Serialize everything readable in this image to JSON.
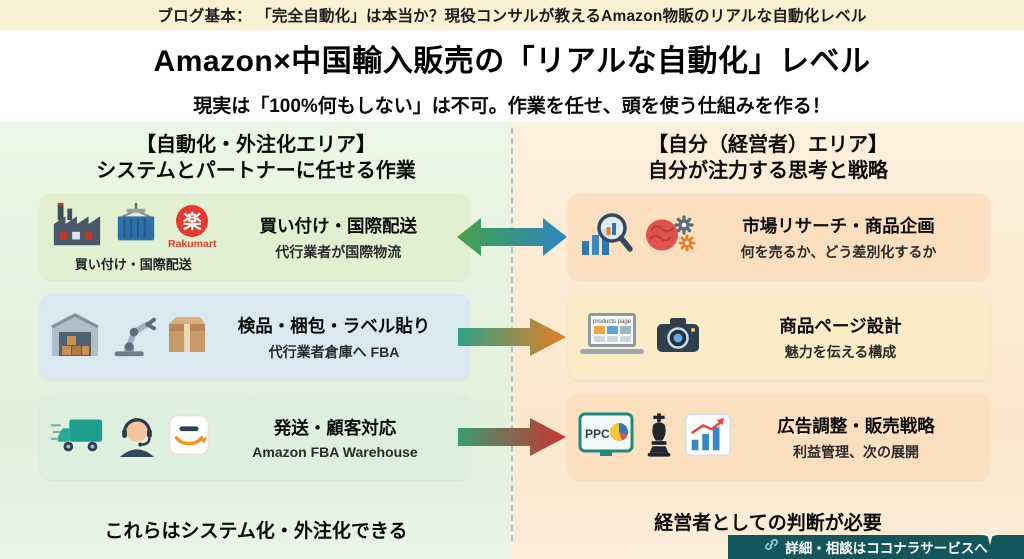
{
  "header": {
    "blog_bar": "ブログ基本： 「完全自動化」は本当か？現役コンサルが教えるAmazon物販のリアルな自動化レベル",
    "title": "Amazon×中国輸入販売の「リアルな自動化」レベル",
    "subtitle": "現実は「100%何もしない」は不可。作業を任せ、頭を使う仕組みを作る！"
  },
  "left_panel": {
    "heading_line1": "【自動化・外注化エリア】",
    "heading_line2": "システムとパートナーに任せる作業",
    "rows": [
      {
        "title": "買い付け・国際配送",
        "subtitle": "代行業者が国際物流",
        "caption": "買い付け・国際配送",
        "logo_char": "楽",
        "logo_label": "Rakumart",
        "icons": [
          "factory-icon",
          "container-crane-icon",
          "rakumart-logo"
        ]
      },
      {
        "title": "検品・梱包・ラベル貼り",
        "subtitle": "代行業者倉庫へ FBA",
        "icons": [
          "warehouse-icon",
          "robot-arm-icon",
          "package-box-icon"
        ]
      },
      {
        "title": "発送・顧客対応",
        "subtitle": "Amazon FBA Warehouse",
        "icons": [
          "delivery-truck-icon",
          "customer-support-icon",
          "amazon-smile-icon"
        ]
      }
    ],
    "footer": "これらはシステム化・外注化できる"
  },
  "right_panel": {
    "heading_line1": "【自分（経営者）エリア】",
    "heading_line2": "自分が注力する思考と戦略",
    "rows": [
      {
        "title": "市場リサーチ・商品企画",
        "subtitle": "何を売るか、どう差別化するか",
        "icons": [
          "chart-magnifier-icon",
          "brain-gears-icon"
        ]
      },
      {
        "title": "商品ページ設計",
        "subtitle": "魅力を伝える構成",
        "screen_label": "products page",
        "icons": [
          "laptop-products-icon",
          "camera-icon"
        ]
      },
      {
        "title": "広告調整・販売戦略",
        "subtitle": "利益管理、次の展開",
        "ppc_label": "PPC",
        "icons": [
          "ppc-screen-icon",
          "chess-piece-icon",
          "growth-chart-icon"
        ]
      }
    ],
    "footer": "経営者としての判断が必要"
  },
  "footer_link": {
    "text": "詳細・相談はココナラサービスへ"
  },
  "colors": {
    "topbar_bg": "#f9f1d2",
    "left_panel_bg": "#e7f3e1",
    "right_panel_bg": "#fdeeda",
    "left_card_green": "#e2f0d2",
    "left_card_blue": "#d9e8f1",
    "right_card_orange": "#fbdfbf",
    "right_card_yellow": "#fcebc7",
    "rakumart_red": "#e8382f",
    "amazon_orange": "#f29422",
    "footer_bar_teal": "#15565c",
    "arrow1_gradient": [
      "#45a049",
      "#2e86c1"
    ],
    "arrow2_gradient": [
      "#2fa08a",
      "#e67e22"
    ],
    "arrow3_gradient": [
      "#3a9c6e",
      "#cc3333"
    ]
  }
}
